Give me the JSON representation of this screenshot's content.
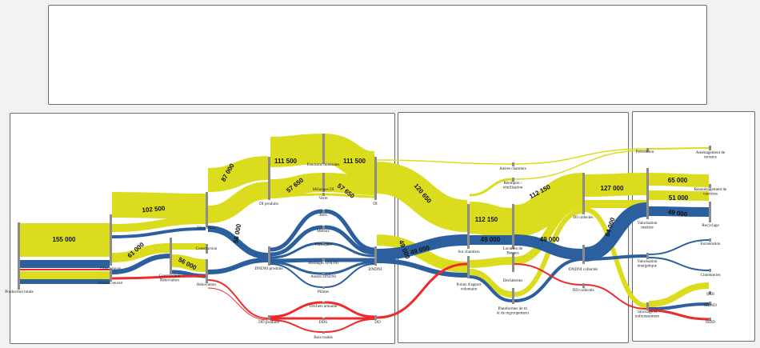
{
  "colors": {
    "inert": "#dcdc1e",
    "non_inert": "#2b5f9e",
    "dangerous": "#ee2a2a",
    "node": "#8c8c8c"
  },
  "nodes": {
    "production_totale": "Production totale",
    "gros_oeuvre": "Gros oeuvre",
    "second_oeuvre": "Second oeuvre",
    "construction_renovation": "Construction\nRénovation",
    "demolition": "Démolition",
    "construction": "Construction",
    "renovation": "Rénovation",
    "di_produits": "DI produits",
    "dndni_produits": "DNDNI produits",
    "dd_produits": "DD produits",
    "fractions_minerales": "Fractions minérales",
    "melanges_di": "Mélanges DI",
    "verre": "Verre",
    "bois": "Bois",
    "metaux": "Métaux",
    "plastiques": "Plastiques",
    "melanges_dndni": "Mélanges DNDNI",
    "autres_dndni": "Autres DNDNI",
    "platres": "Plâtres",
    "dechets_amiante": "Déchets amiante",
    "dds": "DDS",
    "bois_traites": "Bois traités",
    "di": "DI",
    "dndni": "DNDNI",
    "dd": "DD",
    "autres_chantiers": "Autres chantiers",
    "sur_chantiers": "Sur chantiers",
    "points_apport": "Points d'apport\nvolontaire",
    "reemploi": "Réemploi /\nréutilisation",
    "location_bennes": "Location de\nBennes",
    "decheteries": "Déchèteries",
    "plateformes": "Plateformes de tri\net de regroupement",
    "di_collectes": "DI collectés",
    "dndni_collectes": "DNDNI collectés",
    "dd_collectes": "DD collectés",
    "prevention": "Prévention",
    "valorisation_matiere": "Valorisation\nmatière",
    "valorisation_energetique": "Valorisation\nénergétique",
    "stockage": "Stockage et\nenfouissement",
    "amenagement": "Aménagement de\nterrains",
    "reamenagement": "Réaménagement de\ncarrières",
    "recyclage": "Recyclage",
    "incineration": "Incinération",
    "cimenteries": "Cimenteries",
    "isdi": "ISDI",
    "isdnd": "ISDND",
    "isdd": "ISDD"
  },
  "flow_values": {
    "production_to_gros": "155 000",
    "gros_to_demolition": "102 500",
    "second_to_construction": "61 000",
    "cr_to_renovation": "56 000",
    "demolition_to_di": "87 000",
    "renovation_to_di": "56 000",
    "di_to_fractions": "111 500",
    "di_to_melanges": "57 650",
    "fractions_to_di": "111 500",
    "melanges_to_di": "57 650",
    "di_to_sur_chantiers": "120 650",
    "di_to_points": "49 000",
    "dndni_to_sur_chantiers": "49 000",
    "sur_chantiers_to_location": "112 150",
    "location_to_decheteries": "49 000",
    "location_to_di_collectes": "112 150",
    "decheteries_to_dndni": "49 000",
    "di_collectes_to_valo": "127 000",
    "dndni_collectes_to_valo": "64 000",
    "valo_to_amenagement": "65 000",
    "valo_to_reamenagement": "51 000",
    "valo_to_recyclage": "49 000"
  }
}
